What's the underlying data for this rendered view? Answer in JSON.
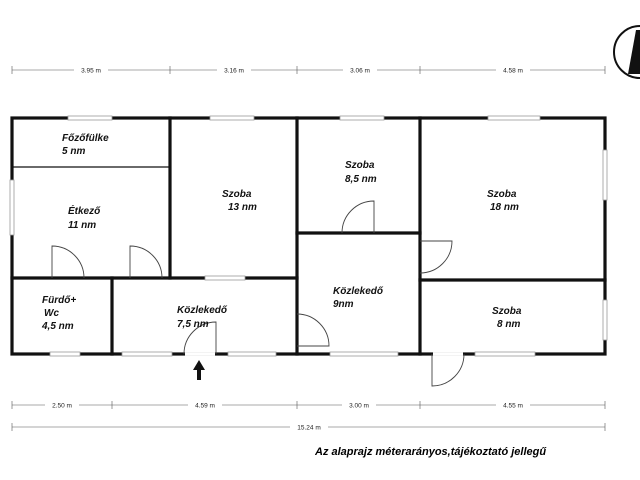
{
  "rooms": [
    {
      "name": "Főzőfülke",
      "area": "5 nm"
    },
    {
      "name": "Étkező",
      "area": "11 nm"
    },
    {
      "name": "Szoba",
      "area": "13 nm"
    },
    {
      "name": "Szoba",
      "area": "8,5 nm"
    },
    {
      "name": "Szoba",
      "area": "18 nm"
    },
    {
      "name": "Fürdő+",
      "name2": "Wc",
      "area": "4,5 nm"
    },
    {
      "name": "Közlekedő",
      "area": "7,5 nm"
    },
    {
      "name": "Közlekedő",
      "area": "9nm"
    },
    {
      "name": "Szoba",
      "area": "8 nm"
    }
  ],
  "dimensions": {
    "top": [
      "3.95 m",
      "3.16 m",
      "3.06 m",
      "4.58 m"
    ],
    "bottom": [
      "2.50 m",
      "4.59 m",
      "3.00 m",
      "4.55 m"
    ],
    "total": "15.24 m"
  },
  "note": "Az alaprajz méterarányos,tájékoztató jellegű",
  "colors": {
    "wall": "#111111",
    "window": "#bfbfbf",
    "door": "#444444"
  },
  "icons": {
    "entrance": "arrow-up-icon",
    "compass": "compass-icon"
  }
}
